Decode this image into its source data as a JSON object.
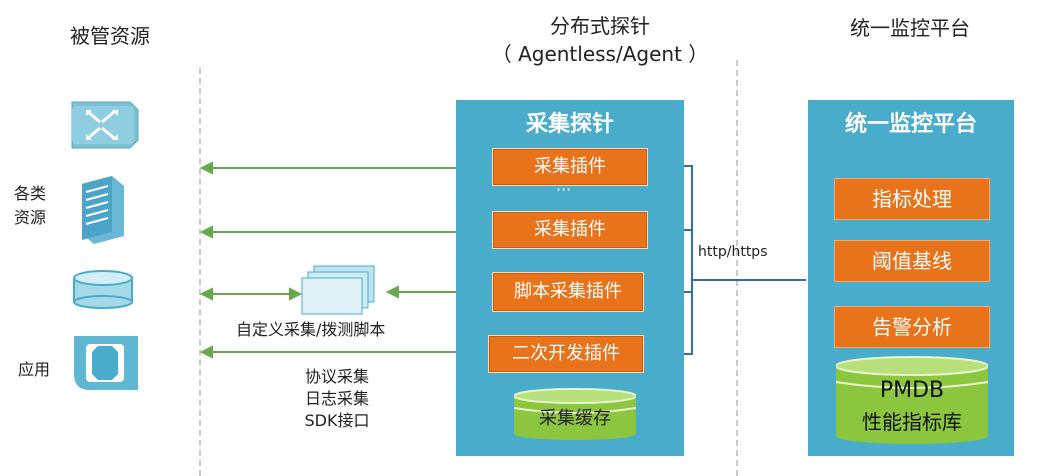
{
  "headers": {
    "managed_resources": "被管资源",
    "probe_title": "分布式探针",
    "probe_subtitle": "（ Agentless/Agent ）",
    "platform": "统一监控平台"
  },
  "left_labels": {
    "resources": "各类\n资源",
    "application": "应用"
  },
  "middle_labels": {
    "custom_collect": "自定义采集/拨测脚本",
    "protocols": [
      "协议采集",
      "日志采集",
      "SDK接口"
    ]
  },
  "probe_panel": {
    "title": "采集探针",
    "plugins": [
      "采集插件",
      "采集插件",
      "脚本采集插件",
      "二次开发插件"
    ],
    "ellipsis": "···",
    "cache": "采集缓存"
  },
  "link_label": "http/https",
  "platform_panel": {
    "title": "统一监控平台",
    "modules": [
      "指标处理",
      "阈值基线",
      "告警分析"
    ],
    "db_name": "PMDB",
    "db_sub": "性能指标库"
  },
  "colors": {
    "panel": "#4aaccb",
    "plugin": "#e9731a",
    "arrow": "#6aa84f",
    "link": "#2f6fb0",
    "db": "#8cc63f"
  }
}
